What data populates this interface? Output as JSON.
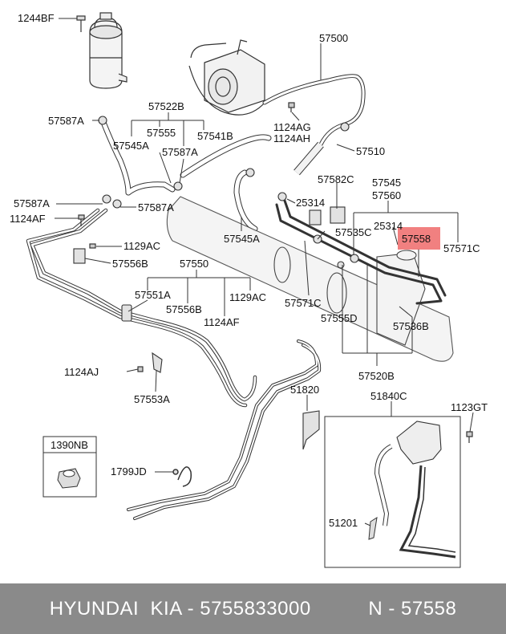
{
  "labels": {
    "l1244BF": "1244BF",
    "l57500": "57500",
    "l57522B": "57522B",
    "l57587A_1": "57587A",
    "l57555_1": "57555",
    "l57545A_1": "57545A",
    "l57541B": "57541B",
    "l57587A_2": "57587A",
    "l1124AG": "1124AG",
    "l1124AH": "1124AH",
    "l57510": "57510",
    "l57582C": "57582C",
    "l57545": "57545",
    "l57560": "57560",
    "l57587A_3": "57587A",
    "l57587A_4": "57587A",
    "l25314_1": "25314",
    "l25314_2": "25314",
    "l1124AF_1": "1124AF",
    "l57545A_2": "57545A",
    "l57535C": "57535C",
    "l57558": "57558",
    "l1129AC_1": "1129AC",
    "l57571C_1": "57571C",
    "l57556B_1": "57556B",
    "l57550": "57550",
    "l57551A": "57551A",
    "l57556B_2": "57556B",
    "l1129AC_2": "1129AC",
    "l1124AF_2": "1124AF",
    "l57571C_2": "57571C",
    "l57555D": "57555D",
    "l57536B": "57536B",
    "l1124AJ": "1124AJ",
    "l57553A": "57553A",
    "l57520B": "57520B",
    "l51820": "51820",
    "l51840C": "51840C",
    "l1123GT": "1123GT",
    "l1390NB": "1390NB",
    "l1799JD": "1799JD",
    "l51201": "51201"
  },
  "highlight_color": "#ef6a6a",
  "footer": {
    "brand": "HYUNDAI  KIA - 5755833000",
    "part": "N - 57558",
    "background": "#8a8a8a"
  }
}
